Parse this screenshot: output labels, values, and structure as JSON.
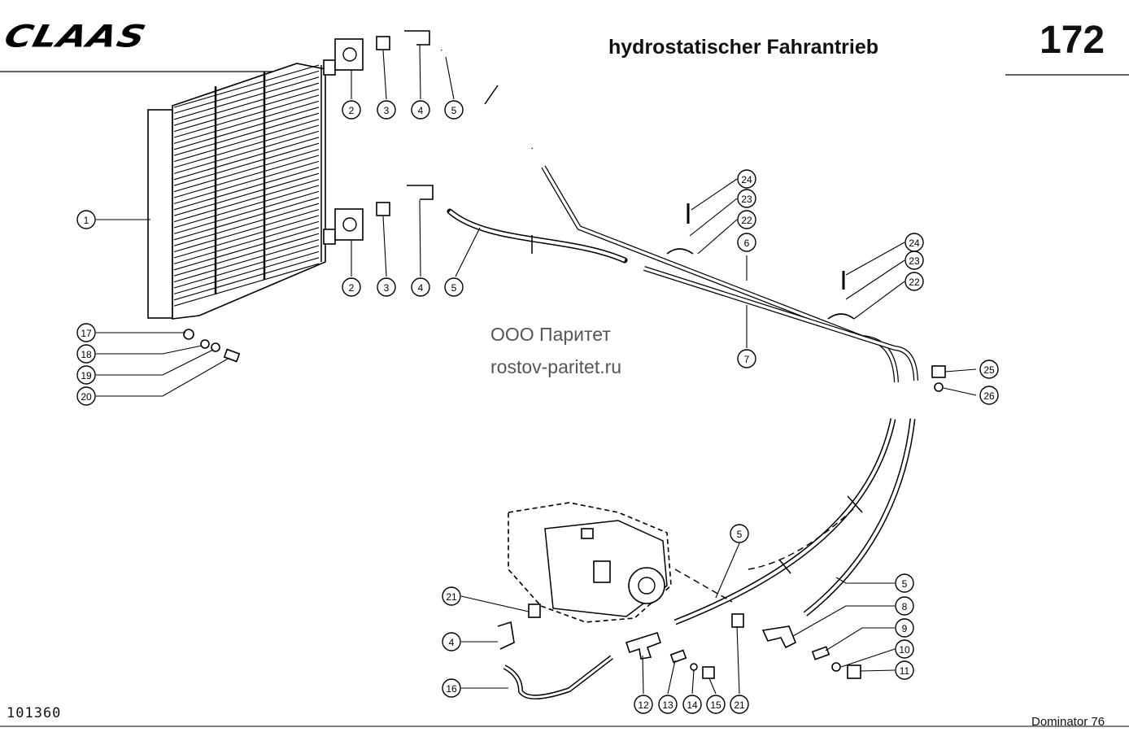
{
  "header": {
    "brand": "CLAAS",
    "title": "hydrostatischer Fahrantrieb",
    "page_number": "172"
  },
  "watermark": {
    "company": "ООО Паритет",
    "website": "rostov-paritet.ru"
  },
  "footer": {
    "drawing_number": "101360",
    "model": "Dominator 76"
  },
  "callouts": [
    "1",
    "2",
    "3",
    "4",
    "5",
    "2",
    "3",
    "4",
    "5",
    "6",
    "7",
    "17",
    "18",
    "19",
    "20",
    "24",
    "23",
    "22",
    "24",
    "23",
    "22",
    "25",
    "26",
    "5",
    "5",
    "8",
    "9",
    "10",
    "11",
    "21",
    "4",
    "16",
    "12",
    "13",
    "14",
    "15",
    "21"
  ]
}
